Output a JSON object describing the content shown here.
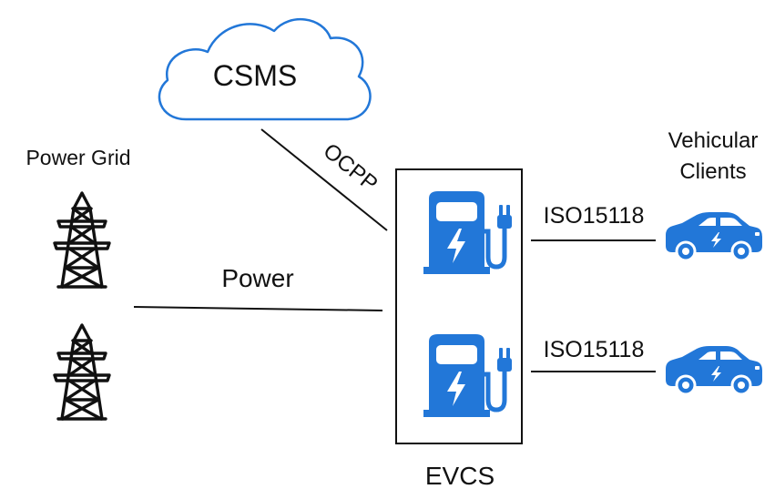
{
  "labels": {
    "csms": "CSMS",
    "power_grid": "Power Grid",
    "ocpp": "OCPP",
    "power": "Power",
    "iso_top": "ISO15118",
    "iso_bottom": "ISO15118",
    "vehicular_line1": "Vehicular",
    "vehicular_line2": "Clients",
    "evcs": "EVCS"
  },
  "icons": {
    "cloud": "cloud-icon",
    "tower": "transmission-tower-icon",
    "charger": "ev-charging-station-icon",
    "car": "electric-car-icon"
  },
  "colors": {
    "accent_blue": "#2277d8",
    "cloud_fill": "#ffffff",
    "line": "#111111",
    "background": "#ffffff"
  }
}
